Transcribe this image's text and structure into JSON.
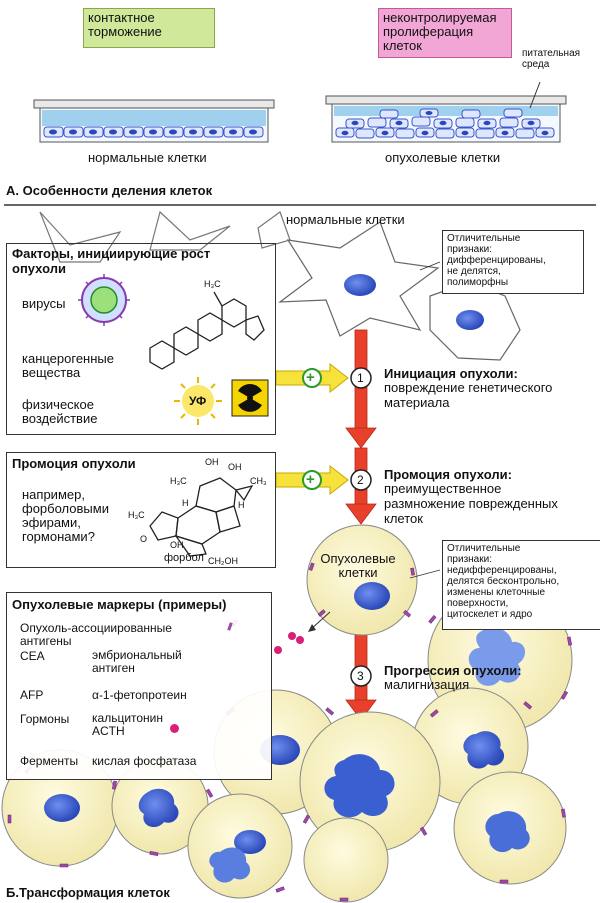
{
  "section_a": {
    "label_contact": "контактное\nторможение",
    "label_uncontrolled": "неконтролируемая\nпролиферация\nклеток",
    "label_medium": "питательная\nсреда",
    "caption_normal": "нормальные клетки",
    "caption_tumor": "опухолевые клетки",
    "title": "А. Особенности деления клеток"
  },
  "section_b": {
    "normal_cells_label": "нормальные клетки",
    "normal_features": "Отличительные\nпризнаки:\nдифференцированы,\nне делятся,\nполиморфны",
    "factors": {
      "title": "Факторы, инициирующие рост\nопухоли",
      "viruses": "вирусы",
      "carcinogens": "канцерогенные\nвещества",
      "physical": "физическое\nвоздействие",
      "uv": "УФ",
      "methyl": "H₃C"
    },
    "promotion_box": {
      "title": "Промоция опухоли",
      "text": "например,\nфорболовыми\nэфирами,\nгормонами?",
      "phorbol": "форбол",
      "oh1": "OH",
      "oh2": "OH",
      "oh3": "OH",
      "h3c_1": "H₃C",
      "ch3": "CH₃",
      "h3c_2": "H₃C",
      "h1": "H",
      "h2": "H",
      "o": "O",
      "ch2oh": "CH₂OH"
    },
    "plus": "+",
    "step1_num": "1",
    "step1_title": "Инициация опухоли:",
    "step1_text": "повреждение генетического\nматериала",
    "step2_num": "2",
    "step2_title": "Промоция опухоли:",
    "step2_text": "преимущественное\nразмножение поврежденных\nклеток",
    "tumor_cells_label": "Опухолевые\nклетки",
    "tumor_features": "Отличительные\nпризнаки:\nнедифференцированы,\nделятся бесконтрольно,\nизменены клеточные\nповерхности,\nцитоскелет и ядро",
    "markers": {
      "title": "Опухолевые маркеры (примеры)",
      "antigens": "Опухоль-ассоциированные\nантигены",
      "cea": "CEA",
      "cea_desc": "эмбриональный\nантиген",
      "afp": "AFP",
      "afp_desc": "α-1-фетопротеин",
      "hormones": "Гормоны",
      "hormones_desc": "кальцитонин\nACTH",
      "enzymes": "Ферменты",
      "enzymes_desc": "кислая фосфатаза"
    },
    "step3_num": "3",
    "step3_title": "Прогрессия опухоли:",
    "step3_text": "малигнизация",
    "title": "Б.Трансформация клеток"
  },
  "colors": {
    "green_box": "#cfe89a",
    "pink_box": "#f2a6d6",
    "red_arrow": "#e8402a",
    "yellow_arrow": "#f6e23a",
    "nucleus": "#3a5fd0",
    "cell_yellow": "#f6f1c0",
    "marker_purple": "#9b3aa0"
  }
}
